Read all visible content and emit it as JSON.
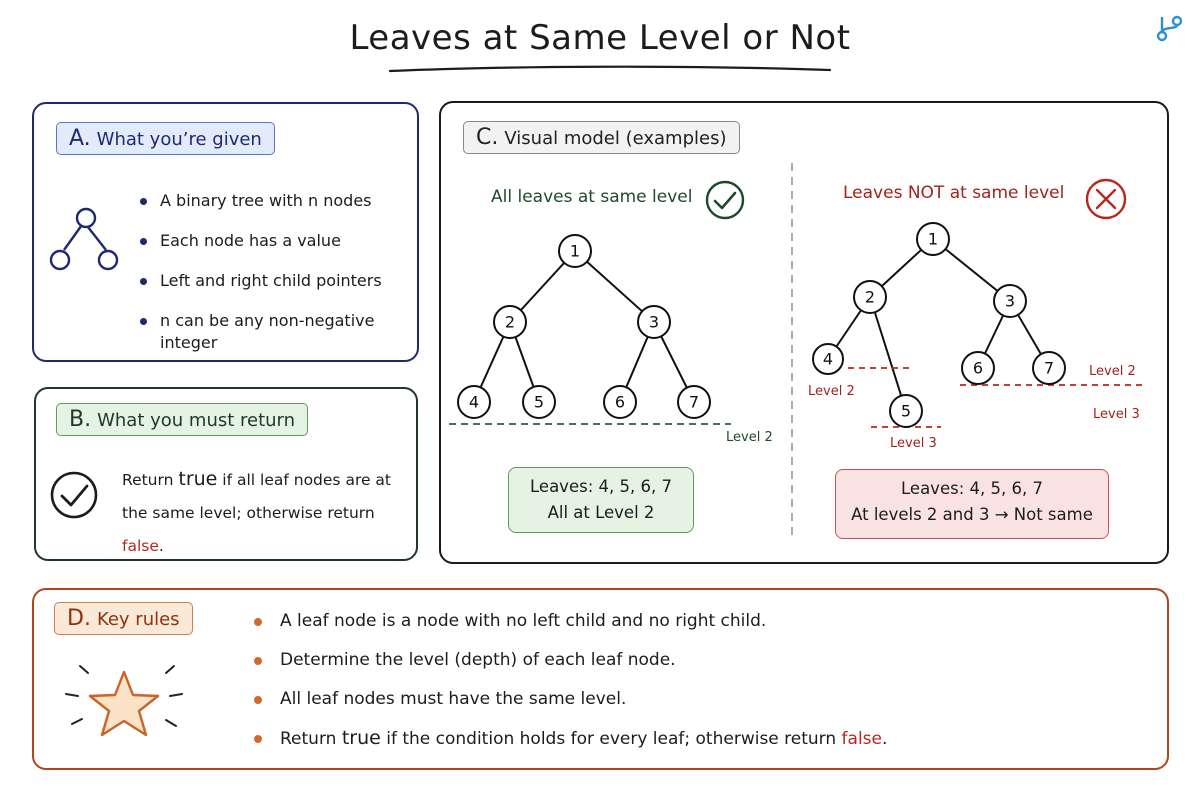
{
  "title": "Leaves at Same Level or Not",
  "panel_a": {
    "letter": "A.",
    "heading": "What you’re given",
    "items": [
      "A binary tree with n nodes",
      "Each node has a value",
      "Left and right child pointers",
      "n can be any non-negative integer"
    ]
  },
  "panel_b": {
    "letter": "B.",
    "heading": "What you must return",
    "text_before": "Return ",
    "kw_true": "true",
    "text_middle": " if all leaf nodes are at the same level; otherwise return ",
    "kw_false": "false",
    "text_after": "."
  },
  "panel_c": {
    "letter": "C.",
    "heading": "Visual model (examples)",
    "left": {
      "heading": "All leaves at same level",
      "nodes": [
        "1",
        "2",
        "3",
        "4",
        "5",
        "6",
        "7"
      ],
      "level_label": "Level 2",
      "summary_line1": "Leaves: 4, 5, 6, 7",
      "summary_line2": "All at Level 2"
    },
    "right": {
      "heading": "Leaves NOT at same level",
      "nodes": [
        "1",
        "2",
        "3",
        "4",
        "5",
        "6",
        "7"
      ],
      "label_level2_left": "Level 2",
      "label_level2_right": "Level 2",
      "label_level3_left": "Level 3",
      "label_level3_right": "Level 3",
      "summary_line1": "Leaves: 4, 5, 6, 7",
      "summary_line2": "At levels 2 and 3 → Not same"
    }
  },
  "panel_d": {
    "letter": "D.",
    "heading": "Key rules",
    "rule1": "A leaf node is a node with no left child and no right child.",
    "rule2": "Determine the level (depth) of each leaf node.",
    "rule3": "All leaf nodes must have the same level.",
    "rule4_before": "Return ",
    "rule4_true": "true",
    "rule4_middle": " if the condition holds for every leaf; otherwise return ",
    "rule4_false": "false",
    "rule4_after": "."
  },
  "colors": {
    "panel_a": "#1f2a6e",
    "panel_b": "#1d3a26",
    "panel_d": "#b0461f",
    "false_red": "#b8261e",
    "same_green": "#1f4a2a",
    "not_same_red": "#a0231c",
    "logo_blue": "#2a8fd6"
  },
  "icons": {
    "logo": "branch-logo-icon",
    "panel_a": "binary-tree-icon",
    "panel_b": "check-circle-icon",
    "panel_d": "sparkle-star-icon",
    "left_example": "check-circle-icon",
    "right_example": "cross-circle-icon"
  }
}
